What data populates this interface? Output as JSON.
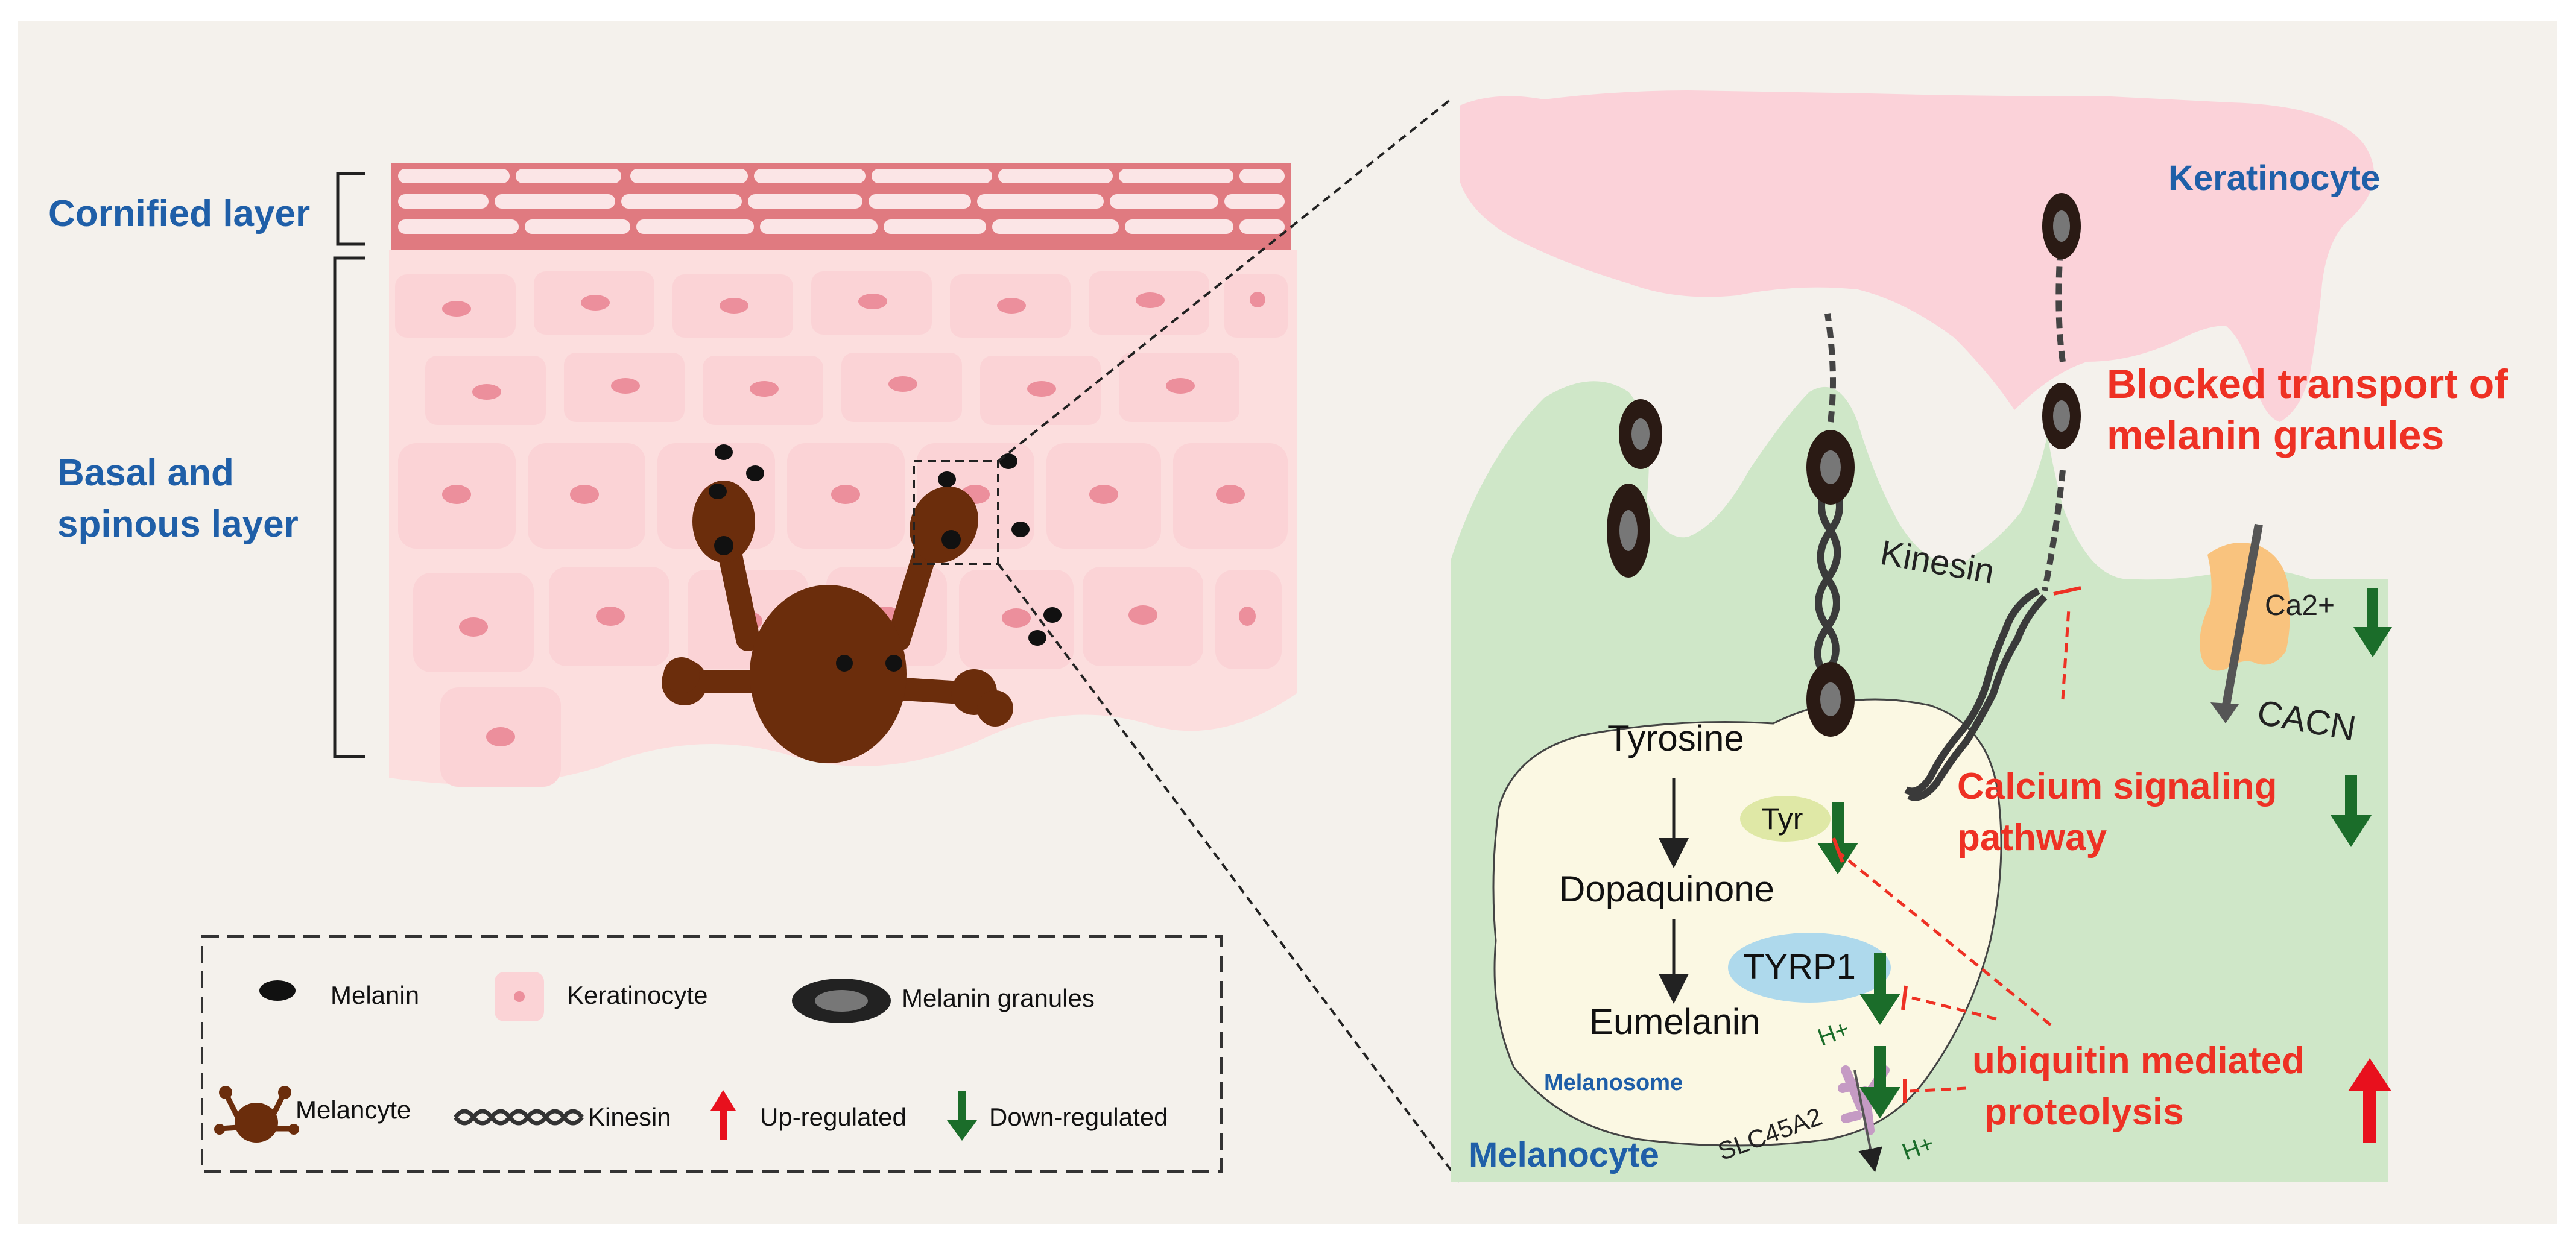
{
  "colors": {
    "panel_bg": "#f4f1ec",
    "cornified": "#e07a80",
    "skin_tissue": "#fcdede",
    "keratinocyte_cell": "#fbd3d6",
    "nucleus": "#ec8f9c",
    "melanocyte_brown": "#6b2d0c",
    "melanocyte_cell": "#cfe7c8",
    "melanosome": "#fbf8e3",
    "keratinocyte_top": "#fbd2d9",
    "label_blue": "#1f5fa8",
    "annotation_red": "#ee3124",
    "down_green": "#1b6d2a",
    "up_red": "#e8101d"
  },
  "labels": {
    "cornified_layer": "Cornified layer",
    "basal_line1": "Basal and",
    "basal_line2": "spinous layer",
    "keratinocyte": "Keratinocyte",
    "melanocyte": "Melanocyte",
    "melanosome": "Melanosome",
    "kinesin": "Kinesin",
    "blocked_line1": "Blocked transport of",
    "blocked_line2": "melanin granules",
    "calcium_line1": "Calcium signaling",
    "calcium_line2": "pathway",
    "ubiquitin_line1": "ubiquitin mediated",
    "ubiquitin_line2": "proteolysis",
    "ca2": "Ca2+",
    "cacn": "CACN",
    "tyrosine": "Tyrosine",
    "dopaquinone": "Dopaquinone",
    "eumelanin": "Eumelanin",
    "tyr": "Tyr",
    "tyrp1": "TYRP1",
    "slc45a2": "SLC45A2",
    "hplus": "H+"
  },
  "legend": {
    "melanin": "Melanin",
    "keratinocyte": "Keratinocyte",
    "melanin_granules": "Melanin granules",
    "melanocyte": "Melancyte",
    "kinesin": "Kinesin",
    "up": "Up-regulated",
    "down": "Down-regulated"
  }
}
